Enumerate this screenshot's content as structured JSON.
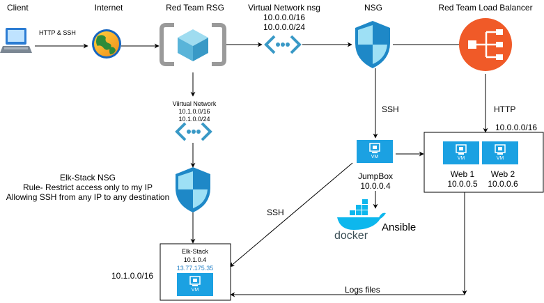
{
  "nodes": {
    "client": {
      "label": "Client"
    },
    "internet": {
      "label": "Internet"
    },
    "rsg": {
      "label": "Red Team RSG"
    },
    "vnet_nsg": {
      "label": "Virtual Network nsg",
      "ip1": "10.0.0.0/16",
      "ip2": "10.0.0.0/24"
    },
    "nsg": {
      "label": "NSG"
    },
    "load_balancer": {
      "label": "Red Team Load Balancer"
    },
    "vnet2": {
      "label": "Viirtual Network",
      "ip1": "10.1.0.0/16",
      "ip2": "10.1.0.0/24"
    },
    "elk_nsg": {
      "line1": "Elk-Stack NSG",
      "line2": "Rule- Restrict access only to my IP",
      "line3": "Allowing SSH from any IP to any destination"
    },
    "jumpbox": {
      "label": "JumpBox",
      "ip": "10.0.0.4",
      "vm": "VM"
    },
    "web_group": {
      "cidr": "10.0.0.0/16"
    },
    "web1": {
      "label": "Web 1",
      "ip": "10.0.0.5",
      "vm": "VM"
    },
    "web2": {
      "label": "Web 2",
      "ip": "10.0.0.6",
      "vm": "VM"
    },
    "elk": {
      "label": "Elk-Stack",
      "ip": "10.1.0.4",
      "public_ip": "13.77.175.35",
      "vm": "VM"
    },
    "elk_subnet": {
      "label": "10.1.0.0/16"
    },
    "docker": {
      "label": "docker"
    },
    "ansible": {
      "label": "Ansible"
    }
  },
  "edges": {
    "client_internet": "HTTP & SSH",
    "nsg_jumpbox": "SSH",
    "lb_web": "HTTP",
    "jumpbox_elk": "SSH",
    "logs": "Logs files"
  },
  "colors": {
    "azure_light": "#59b4d9",
    "azure_dark": "#3999c6",
    "vm_tile": "#1ba1e2",
    "lb_orange": "#f05a28",
    "ip_blue": "#2d86c9",
    "line": "#000000"
  }
}
